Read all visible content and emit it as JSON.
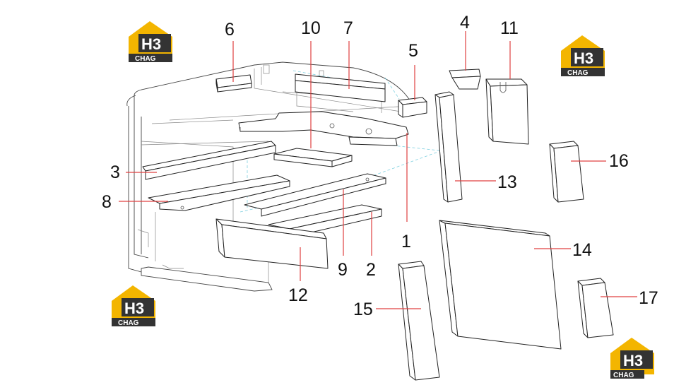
{
  "diagram": {
    "logo": {
      "mark": "H3",
      "subtitle": "CHAG",
      "colors": {
        "house": "#f3b500",
        "badge": "#333333",
        "text": "#ffffff"
      }
    },
    "callouts": [
      "1",
      "2",
      "3",
      "4",
      "5",
      "6",
      "7",
      "8",
      "9",
      "10",
      "11",
      "12",
      "13",
      "14",
      "15",
      "16",
      "17"
    ],
    "colors": {
      "leader": "#e04040",
      "assembly_guides": "#7fd0e0",
      "outline": "#222222"
    }
  }
}
